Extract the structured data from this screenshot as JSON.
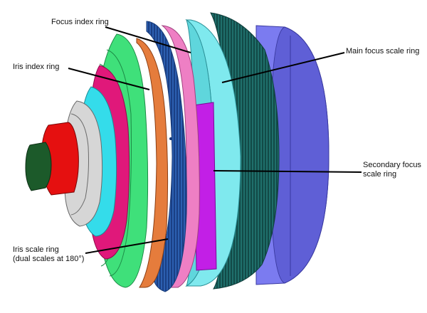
{
  "labels": {
    "focus_index_ring": "Focus index ring",
    "main_focus_scale_ring": "Main focus scale ring",
    "iris_index_ring": "Iris index ring",
    "secondary_focus_scale_ring": [
      "Secondary focus",
      "scale ring"
    ],
    "iris_scale_ring": [
      "Iris scale ring",
      "(dual scales at 180°)"
    ]
  },
  "colors": {
    "rear_barrel": "#7b7bf0",
    "rear_barrel_dark": "#5f5fd6",
    "gear_dark": "#1f6f6b",
    "main_focus_ring": "#7fe9ee",
    "secondary_focus_window": "#c21fe6",
    "focus_index_ring": "#ee7fc4",
    "front_gear": "#2c5fb0",
    "iris_scale_ring": "#e57c3c",
    "green_body": "#3fe07a",
    "light_green": "#8ff0a8",
    "magenta_ring": "#e0187a",
    "cyan_ring": "#34dcea",
    "silver_mount": "#d6d6d6",
    "red_barrel": "#e51010",
    "dark_green_tip": "#1c5a2a",
    "leader_line": "#000000"
  }
}
